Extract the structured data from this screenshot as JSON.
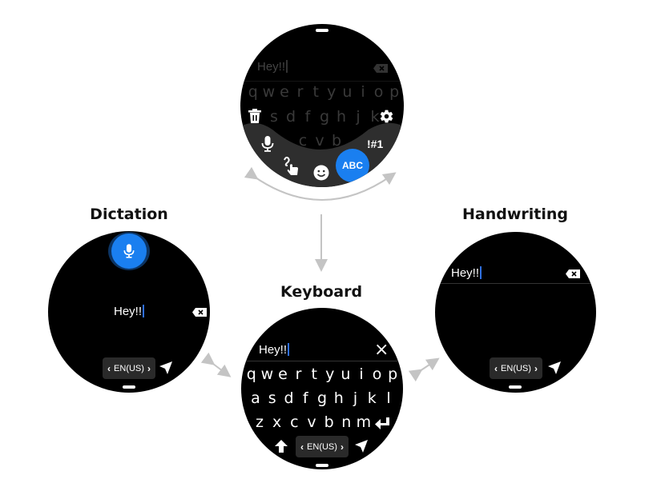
{
  "labels": {
    "dictation": "Dictation",
    "keyboard": "Keyboard",
    "handwriting": "Handwriting"
  },
  "colors": {
    "accent": "#1a7ff0",
    "cursor": "#2f6fe0",
    "watch_bg": "#000000",
    "panel_bg": "#2e2e2e",
    "arrow": "#c4c4c4"
  },
  "mode_selector": {
    "input_text": "Hey!!",
    "dim_keys": {
      "row1": [
        "q",
        "w",
        "e",
        "r",
        "t",
        "y",
        "u",
        "i",
        "o",
        "p"
      ],
      "row2": [
        "s",
        "d",
        "f",
        "g",
        "h",
        "j",
        "k"
      ],
      "row3": [
        "c",
        "v",
        "b"
      ]
    },
    "buttons": {
      "delete_all": "trash-icon",
      "settings": "gear-icon",
      "voice": "mic-icon",
      "handwriting": "handwriting-icon",
      "emoji": "emoji-icon",
      "symbols": "!#1",
      "abc": "ABC"
    }
  },
  "dictation": {
    "input_text": "Hey!!",
    "language": "EN(US)",
    "prev": "‹",
    "next": "›"
  },
  "keyboard": {
    "input_text": "Hey!!",
    "close": "×",
    "rows": [
      [
        "q",
        "w",
        "e",
        "r",
        "t",
        "y",
        "u",
        "i",
        "o",
        "p"
      ],
      [
        "a",
        "s",
        "d",
        "f",
        "g",
        "h",
        "j",
        "k",
        "l"
      ],
      [
        "z",
        "x",
        "c",
        "v",
        "b",
        "n",
        "m"
      ]
    ],
    "language": "EN(US)",
    "prev": "‹",
    "next": "›"
  },
  "handwriting": {
    "input_text": "Hey!!",
    "language": "EN(US)",
    "prev": "‹",
    "next": "›"
  }
}
